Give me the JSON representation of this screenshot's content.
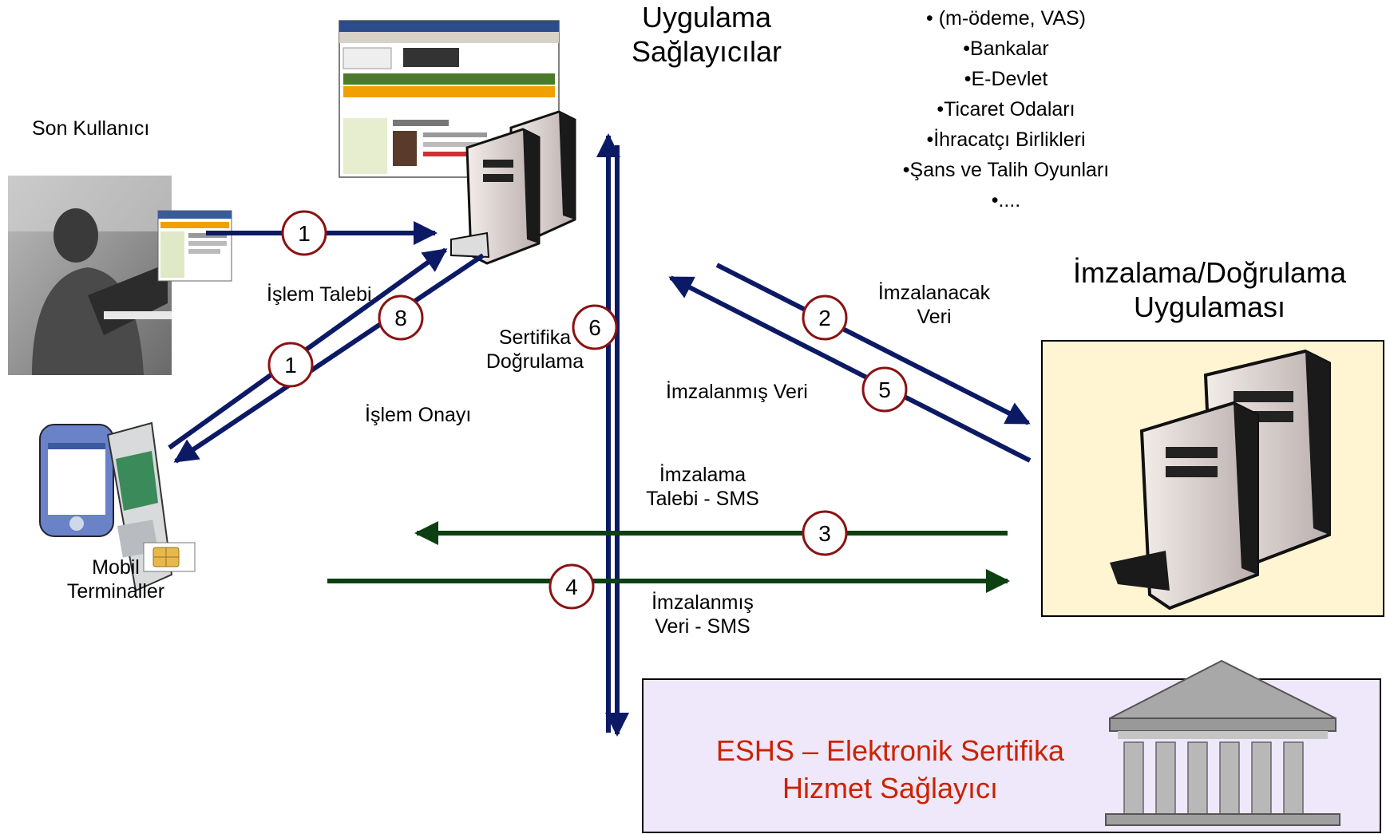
{
  "colors": {
    "arrow_blue": "#0c1a66",
    "arrow_green": "#0c4012",
    "step_circle_border": "#8a1212",
    "server_panel_fill": "#fff5d2",
    "eshs_panel_fill": "#efe8fb",
    "eshs_text": "#cc2200"
  },
  "labels": {
    "app_provider_title": [
      "Uygulama",
      "Sağlayıcılar"
    ],
    "provider_list": [
      "• (m-ödeme, VAS)",
      "•Bankalar",
      "•E-Devlet",
      "•Ticaret Odaları",
      "•İhracatçı Birlikleri",
      "•Şans ve Talih Oyunları",
      "•...."
    ],
    "end_user": "Son Kullanıcı",
    "signing_app_title": [
      "İmzalama/Doğrulama",
      "Uygulaması"
    ],
    "transaction_request": "İşlem Talebi",
    "transaction_approval": "İşlem Onayı",
    "certificate_verification": [
      "Sertifika",
      "Doğrulama"
    ],
    "data_to_sign": [
      "İmzalanacak",
      "Veri"
    ],
    "signed_data": "İmzalanmış Veri",
    "sign_request_sms": [
      "İmzalama",
      "Talebi - SMS"
    ],
    "signed_data_sms": [
      "İmzalanmış",
      "Veri - SMS"
    ],
    "mobile_terminals": [
      "Mobil",
      "Terminaller"
    ],
    "eshs": [
      "ESHS – Elektronik Sertifika",
      "Hizmet Sağlayıcı"
    ]
  },
  "step_numbers": [
    "1",
    "1",
    "8",
    "6",
    "2",
    "5",
    "3",
    "4"
  ],
  "icons": [
    "user-photo-icon",
    "browser-window-icon",
    "server-tower-icon",
    "mobile-phone-icon",
    "sim-card-icon",
    "government-building-icon"
  ]
}
